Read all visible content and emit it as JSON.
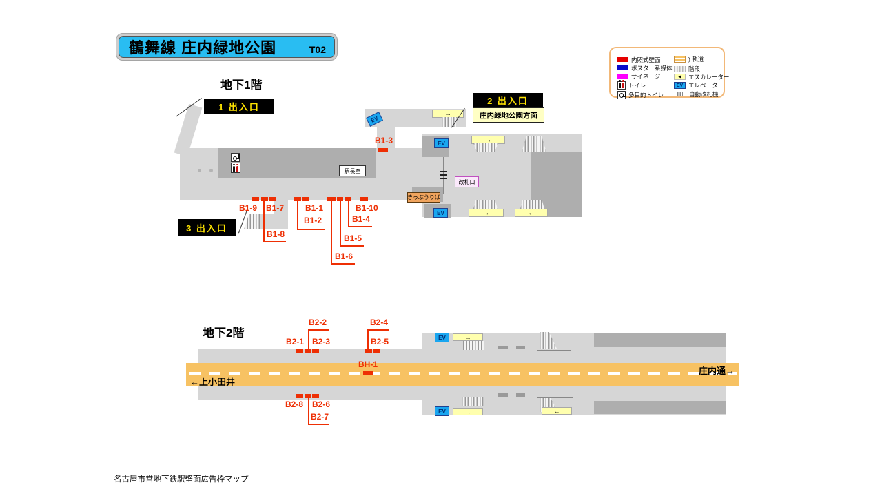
{
  "colors": {
    "line_cyan": "#29bdf2",
    "ad_red": "#ee2f04",
    "track_orange": "#f7c263",
    "escalator_yellow": "#ffffae",
    "elevator_blue": "#19a6f0",
    "exit_label_yellow": "#ffe400"
  },
  "header": {
    "title": "鶴舞線 庄内緑地公園",
    "code": "T02"
  },
  "legend": {
    "left": [
      "内照式壁面",
      "ポスター系媒体",
      "サイネージ",
      "トイレ",
      "多目的トイレ"
    ],
    "right": [
      ") 軌道",
      "階段",
      "エスカレーター",
      "エレベーター",
      "自動改札機"
    ]
  },
  "f1": {
    "title": "地下1階",
    "exit1": "1 出入口",
    "exit2": "2 出入口",
    "exit2_dest": "庄内緑地公園方面",
    "exit3": "3 出入口",
    "office": "駅長室",
    "gate": "改札口",
    "tickets": "きっぷうりば",
    "ads": [
      "B1-1",
      "B1-2",
      "B1-3",
      "B1-4",
      "B1-5",
      "B1-6",
      "B1-7",
      "B1-8",
      "B1-9",
      "B1-10"
    ]
  },
  "f2": {
    "title": "地下2階",
    "ads": [
      "B2-1",
      "B2-2",
      "B2-3",
      "B2-4",
      "B2-5",
      "B2-6",
      "B2-7",
      "B2-8"
    ],
    "bh": "BH-1",
    "dir_left": "←上小田井",
    "dir_right": "庄内通→"
  },
  "ev": "EV",
  "icons": {
    "arrow_right": "→",
    "arrow_left": "←",
    "legend_esc_arrow": "◀"
  },
  "footer": "名古屋市営地下鉄駅壁面広告枠マップ"
}
